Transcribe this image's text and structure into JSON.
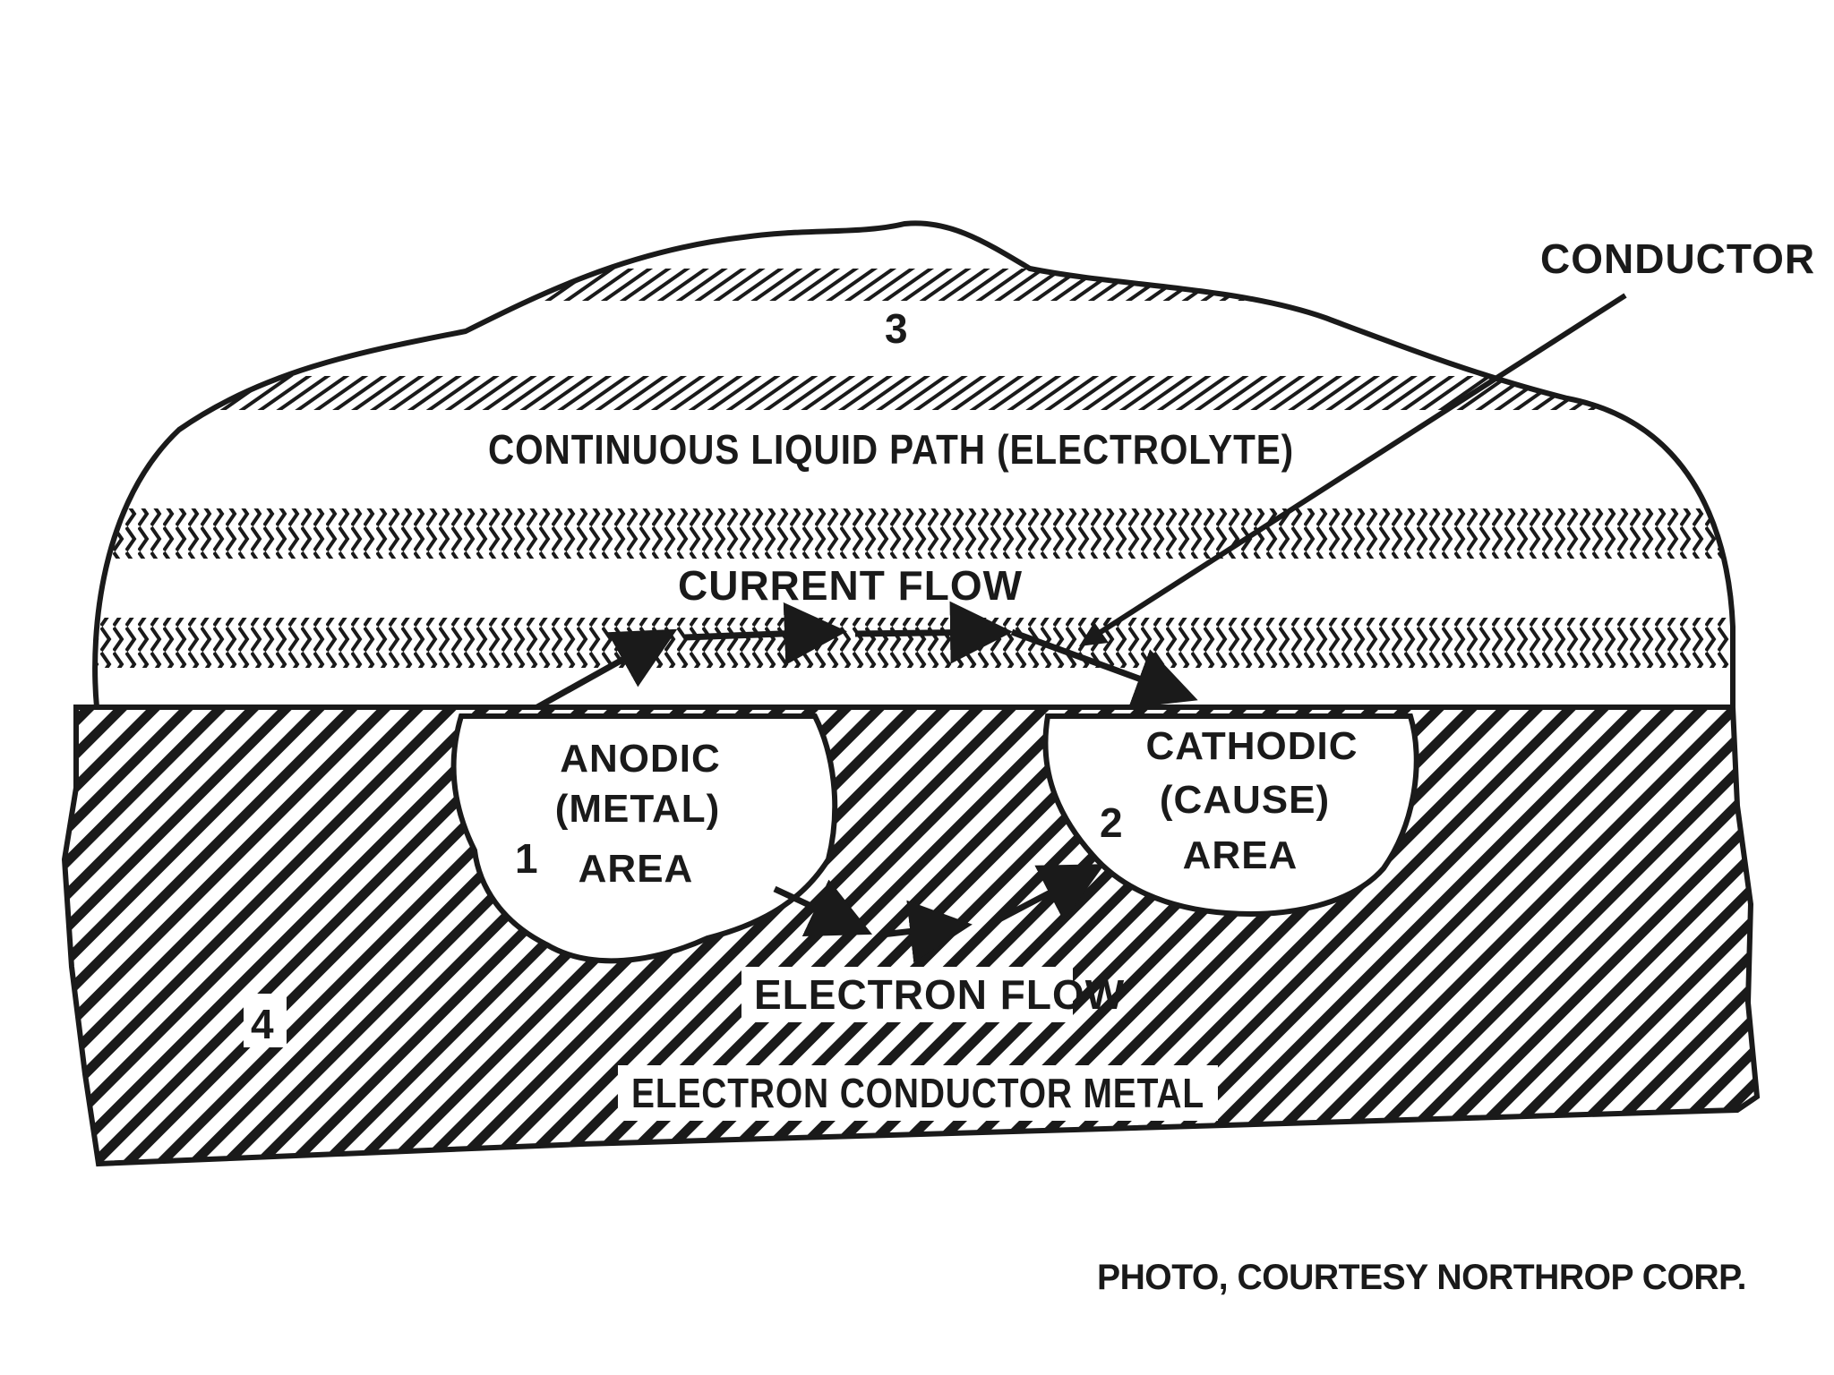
{
  "labels": {
    "conductor": "CONDUCTOR",
    "zone3": "3",
    "electrolyte": "CONTINUOUS LIQUID PATH (ELECTROLYTE)",
    "current_flow": "CURRENT FLOW",
    "anodic_line1": "ANODIC",
    "anodic_line2": "(METAL)",
    "anodic_line3": "AREA",
    "anodic_number": "1",
    "cathodic_line1": "CATHODIC",
    "cathodic_line2": "(CAUSE)",
    "cathodic_line3": "AREA",
    "cathodic_number": "2",
    "zone4": "4",
    "electron_flow": "ELECTRON FLOW",
    "metal": "ELECTRON CONDUCTOR METAL"
  },
  "credit": "PHOTO, COURTESY NORTHROP CORP.",
  "colors": {
    "ink": "#1a1a1a",
    "paper": "#ffffff"
  }
}
